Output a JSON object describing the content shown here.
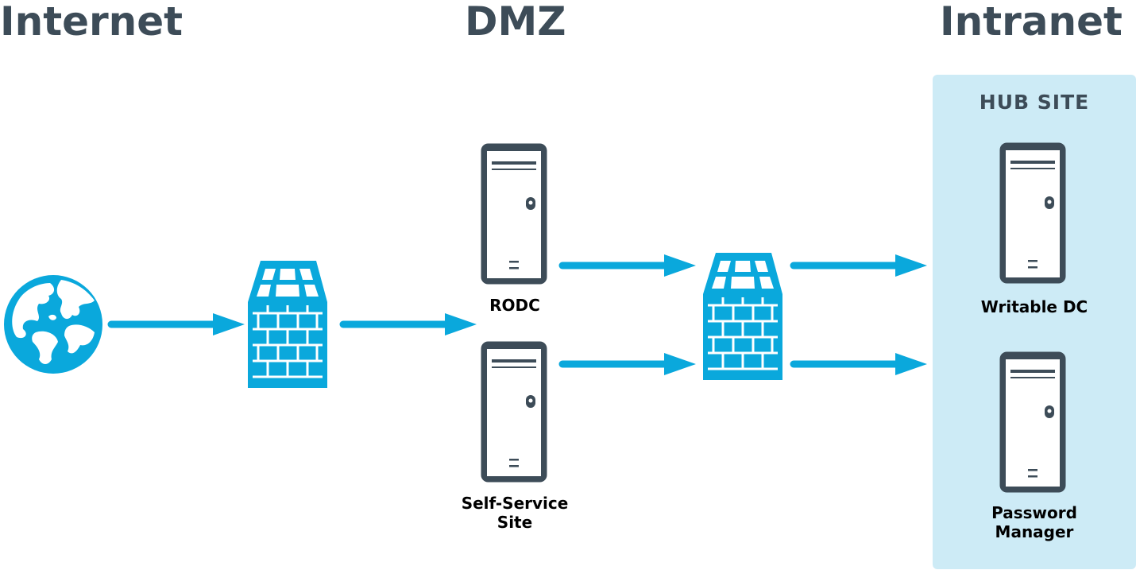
{
  "zones": {
    "internet": "Internet",
    "dmz": "DMZ",
    "intranet": "Intranet"
  },
  "hub_site": {
    "label": "HUB SITE"
  },
  "nodes": {
    "globe": {
      "icon": "globe-icon"
    },
    "firewall_outer": {
      "icon": "firewall-icon"
    },
    "rodc": {
      "label": "RODC",
      "icon": "server-icon"
    },
    "self_service": {
      "label": "Self-Service\nSite",
      "icon": "server-icon"
    },
    "firewall_inner": {
      "icon": "firewall-icon"
    },
    "writable_dc": {
      "label": "Writable DC",
      "icon": "server-icon"
    },
    "password_manager": {
      "label": "Password\nManager",
      "icon": "server-icon"
    }
  },
  "colors": {
    "accent": "#0aa8dc",
    "dark": "#3d4c58",
    "hub_bg": "#cdebf6"
  }
}
